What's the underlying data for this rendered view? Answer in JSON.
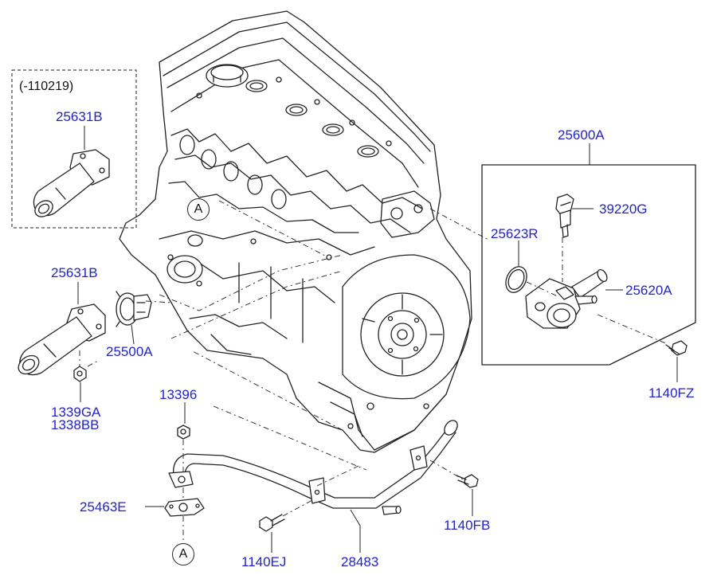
{
  "diagram": {
    "accent_color": "#2323c8",
    "line_color": "#222222",
    "inset_note": "(-110219)",
    "ref_marker": "A",
    "labels": {
      "p25631B_top": "25631B",
      "p25631B_left": "25631B",
      "p25500A": "25500A",
      "p1339GA": "1339GA",
      "p1338BB": "1338BB",
      "p13396": "13396",
      "p25463E": "25463E",
      "p1140EJ": "1140EJ",
      "p28483": "28483",
      "p1140FB": "1140FB",
      "p1140FZ": "1140FZ",
      "p25600A": "25600A",
      "p39220G": "39220G",
      "p25623R": "25623R",
      "p25620A": "25620A"
    }
  }
}
